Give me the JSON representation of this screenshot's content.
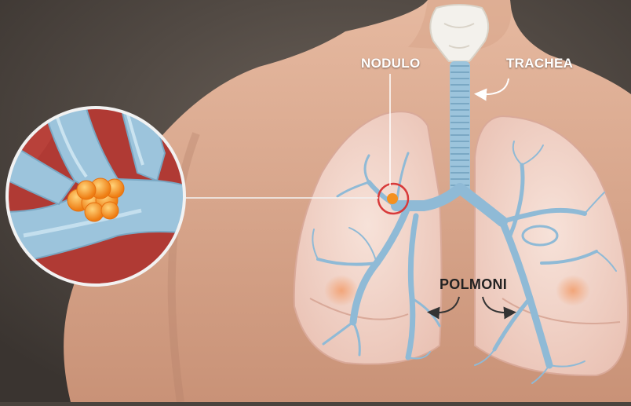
{
  "labels": {
    "nodulo": "NODULO",
    "trachea": "TRACHEA",
    "polmoni": "POLMONI"
  },
  "colors": {
    "background": "#4a433d",
    "skin": "#d8a990",
    "lung": "#f3d6cc",
    "airway": "#9cc4dc",
    "nodule": "#f5901e",
    "highlight_ring": "#d83a3a",
    "inset_background": "#b03a34",
    "inset_border": "#f2f2f2"
  },
  "icons": [
    "trachea-arrow-icon",
    "polmoni-left-arrow-icon",
    "polmoni-right-arrow-icon"
  ]
}
